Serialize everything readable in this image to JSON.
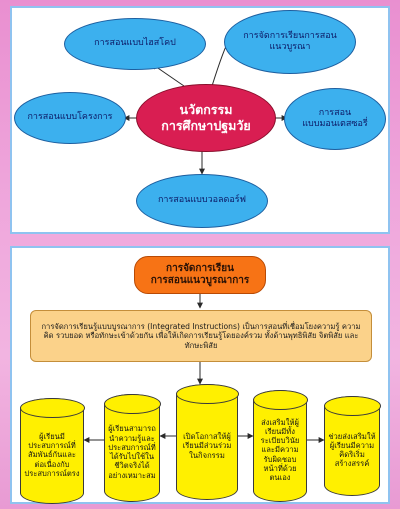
{
  "mindmap": {
    "center": "นวัตกรรม\nการศึกษาปฐมวัย",
    "top_left": "การสอนแบบไฮสโคป",
    "top_right": "การจัดการเรียนการสอน\nแนวบูรณา",
    "left": "การสอนแบบโครงการ",
    "right": "การสอน\nแบบมอนเตสซอรี่",
    "bottom": "การสอนแบบวอลดอร์ฟ"
  },
  "integrated": {
    "title": "การจัดการเรียน\nการสอนแนวบูรณาการ",
    "description": "การจัดการเรียนรู้แบบบูรณาการ (Integrated Instructions) เป็นการสอนที่เชื่อมโยงความรู้ ความคิด รวบยอด หรือทักษะเข้าด้วยกัน เพื่อให้เกิดการเรียนรู้โดยองค์รวม ทั้งด้านพุทธิพิสัย จิตพิสัย และทักษะพิสัย",
    "items": [
      "ผู้เรียนมีประสบการณ์ที่สัมพันธ์กันและต่อเนื่องกับประสบการณ์ตรง",
      "ผู้เรียนสามารถนำความรู้และประสบการณ์ที่ได้รับไปใช้ในชีวิตจริงได้อย่างเหมาะสม",
      "เปิดโอกาสให้ผู้เรียนมีส่วนร่วมในกิจกรรม",
      "ส่งเสริมให้ผู้เรียนมีทั้งระเบียบวินัยและมีความรับผิดชอบหน้าที่ด้วยตนเอง",
      "ช่วยส่งเสริมให้ผู้เรียนมีความคิดริเริ่มสร้างสรรค์"
    ]
  },
  "colors": {
    "blue_node": "#3cb0ee",
    "center_node": "#d91e52",
    "orange_title": "#f77315",
    "description_box": "#fbd28a",
    "cylinder": "#fff000",
    "background": "#ef9fd8"
  }
}
